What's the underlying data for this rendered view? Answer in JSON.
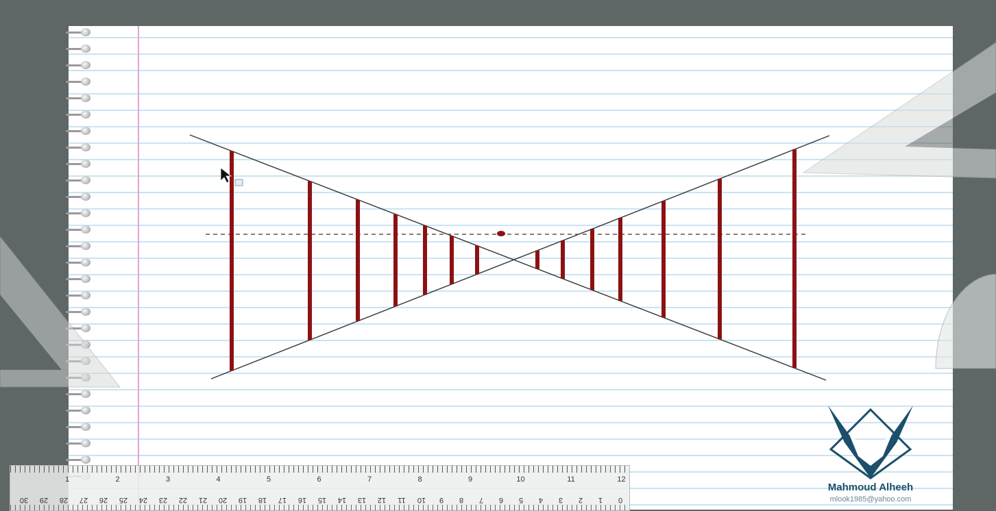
{
  "ruler": {
    "top_labels": [
      "1",
      "2",
      "3",
      "4",
      "5",
      "6",
      "7",
      "8",
      "9",
      "10",
      "11",
      "12"
    ],
    "bottom_labels": [
      "30",
      "29",
      "28",
      "27",
      "26",
      "25",
      "24",
      "23",
      "22",
      "21",
      "20",
      "19",
      "18",
      "17",
      "16",
      "15",
      "14",
      "13",
      "12",
      "11",
      "10",
      "9",
      "8",
      "7",
      "6",
      "5",
      "4",
      "3",
      "2",
      "1",
      "0"
    ]
  },
  "logo": {
    "name": "Mahmoud Alheeh",
    "email": "mlook1985@yahoo.com"
  },
  "colors": {
    "bar": "#8b1212",
    "paper_line": "#c9e4f2",
    "margin": "#d9a7d4",
    "logo": "#1b4f6b"
  },
  "icons": [
    "mouse-cursor-icon",
    "set-square-icon",
    "protractor-icon",
    "logo-icon",
    "spiral-binding-icon"
  ]
}
